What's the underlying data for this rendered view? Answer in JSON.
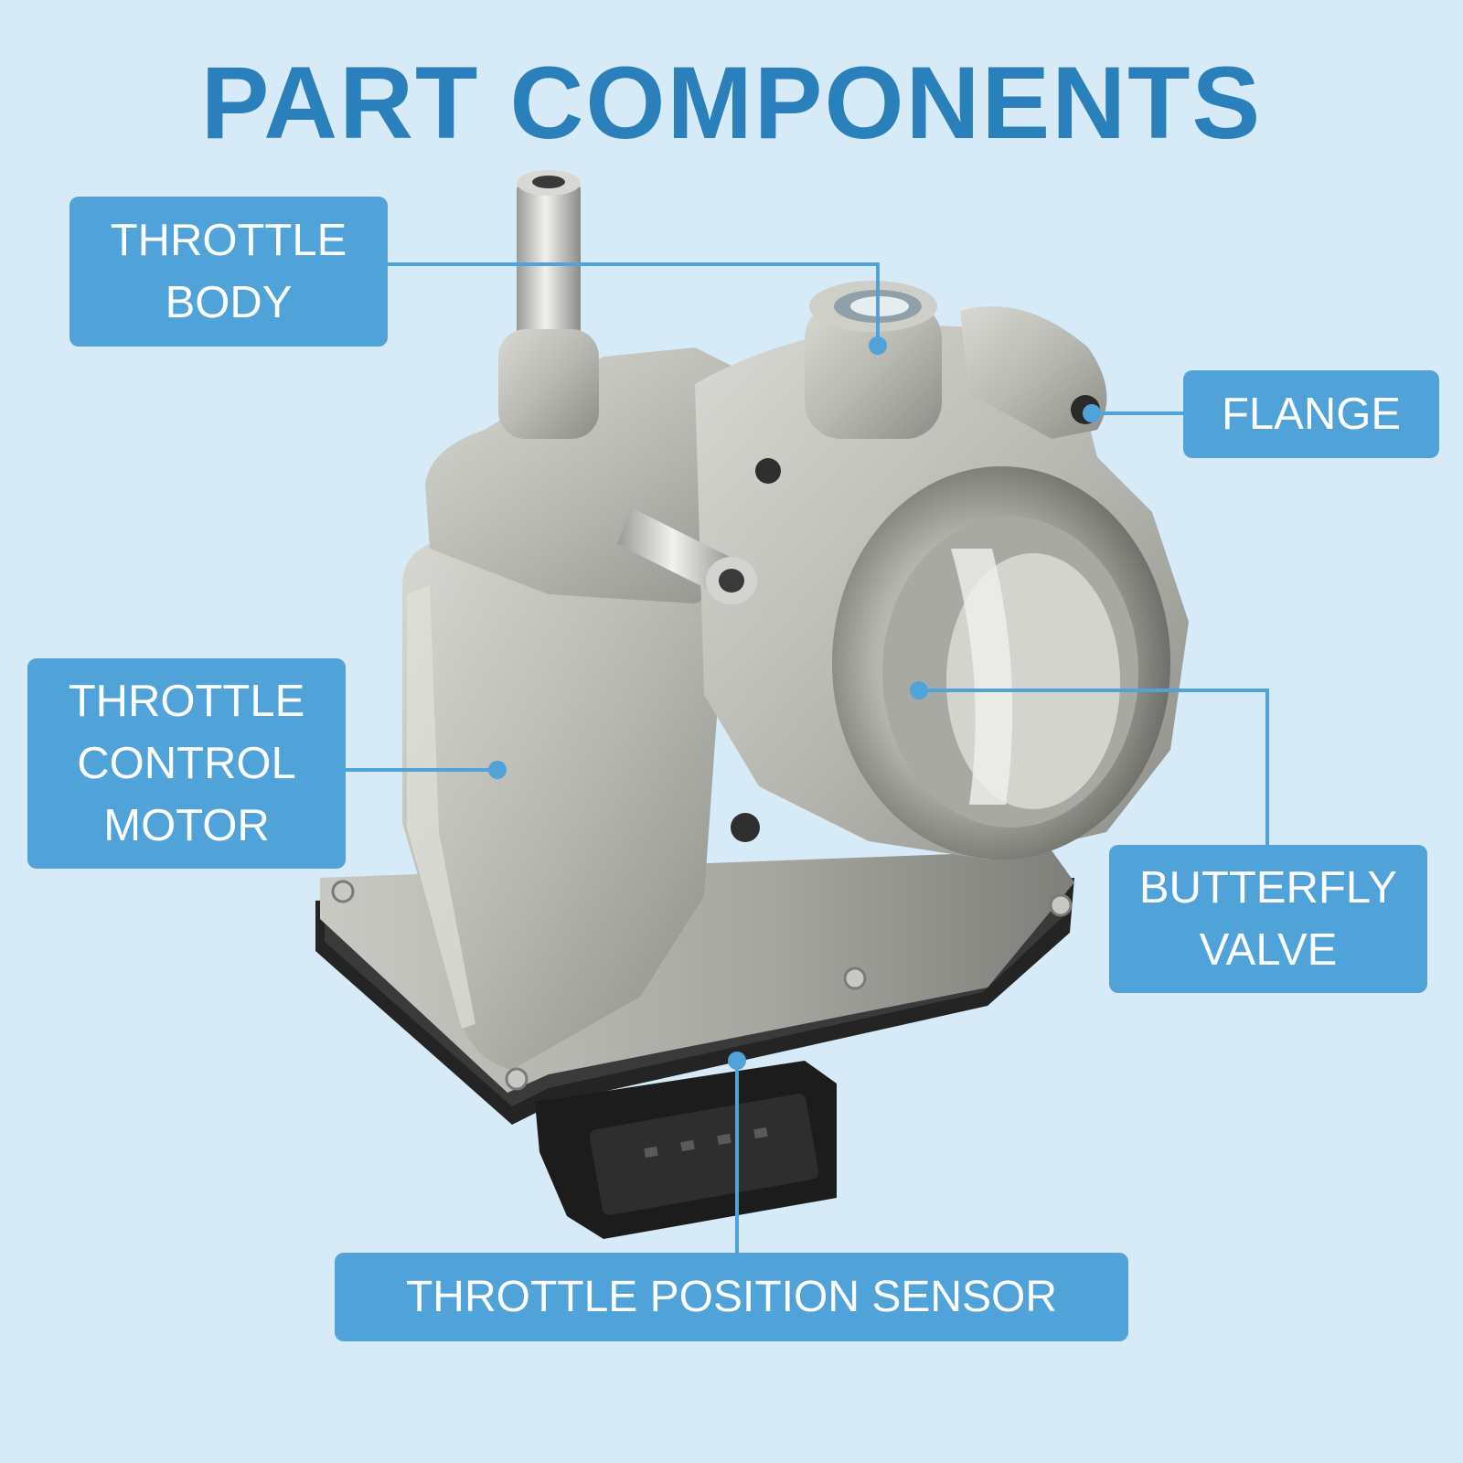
{
  "title": "PART COMPONENTS",
  "labels": {
    "throttle_body": "THROTTLE\nBODY",
    "flange": "FLANGE",
    "throttle_control_motor": "THROTTLE\nCONTROL\nMOTOR",
    "butterfly_valve": "BUTTERFLY\nVALVE",
    "throttle_position_sensor": "THROTTLE POSITION SENSOR"
  },
  "colors": {
    "background": "#d6eaf8",
    "title": "#2a80ba",
    "label_bg": "#4fa3d9",
    "leader_line": "#4fa3d9"
  }
}
